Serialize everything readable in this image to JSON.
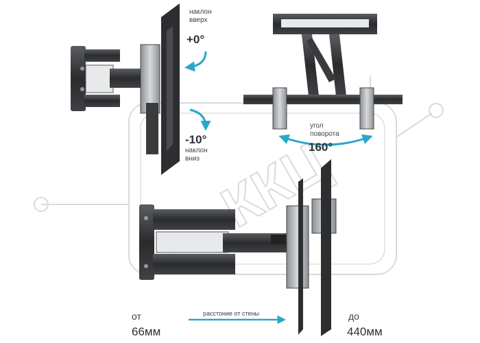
{
  "watermark": {
    "text": "ККЦ"
  },
  "labels": {
    "tilt_up": {
      "line1": "наклон",
      "line2": "вверх",
      "value": "+0°"
    },
    "tilt_down": {
      "value": "-10°",
      "line1": "наклон",
      "line2": "вниз"
    },
    "rotation": {
      "line1": "угол",
      "line2": "поворота",
      "value": "160°"
    }
  },
  "distance": {
    "from_label": "от",
    "from_value": "66мм",
    "caption": "расстоние от стены",
    "to_label": "до",
    "to_value": "440мм"
  },
  "colors": {
    "arrow": "#2aa7c9",
    "metal_dark": "#2b2b2b",
    "metal_silver": "#b9bcc0",
    "watermark": "#d9dadc"
  }
}
